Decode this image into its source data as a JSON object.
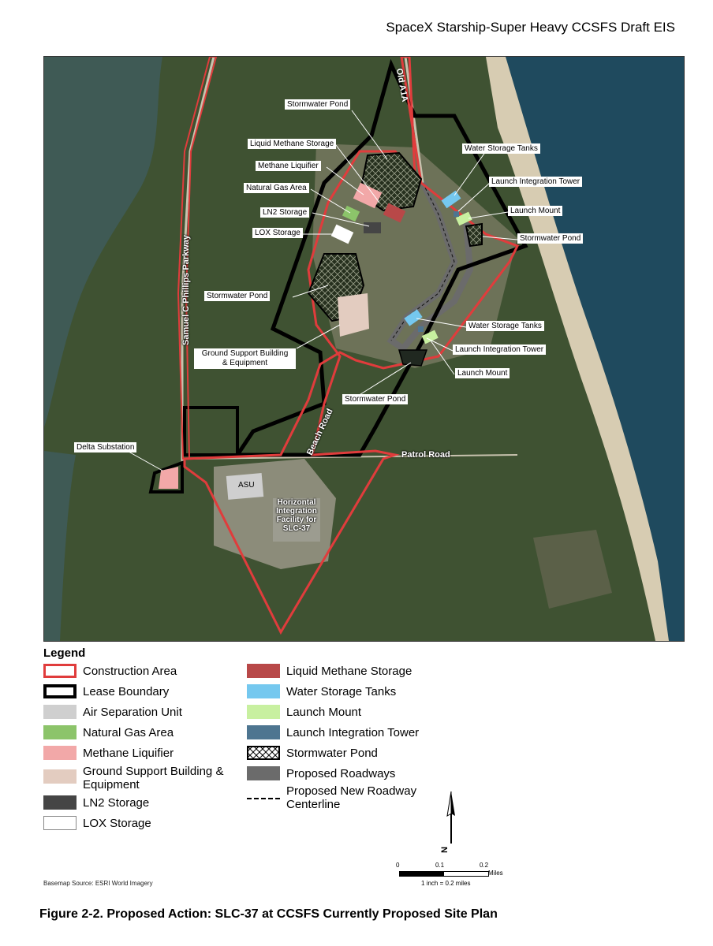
{
  "header": {
    "title": "SpaceX Starship-Super Heavy CCSFS Draft EIS"
  },
  "map": {
    "road_labels": {
      "old_a1a": "Old A1A",
      "samuel_phillips": "Samuel C Phillips Parkway",
      "beach_road": "Beach Road",
      "patrol_road": "Patrol Road"
    },
    "feature_labels": {
      "asu": "ASU",
      "hif_line1": "Horizontal",
      "hif_line2": "Integration",
      "hif_line3": "Facility for",
      "hif_line4": "SLC-37"
    },
    "callouts": {
      "stormwater_pond_top": "Stormwater Pond",
      "liquid_methane_storage": "Liquid Methane Storage",
      "methane_liquifier": "Methane Liquifier",
      "natural_gas_area": "Natural Gas Area",
      "ln2_storage": "LN2 Storage",
      "lox_storage": "LOX Storage",
      "stormwater_pond_left": "Stormwater Pond",
      "gsb_line1": "Ground Support Building",
      "gsb_line2": "& Equipment",
      "water_storage_tanks_top": "Water Storage Tanks",
      "launch_integration_tower_top": "Launch Integration Tower",
      "launch_mount_top": "Launch Mount",
      "stormwater_pond_right": "Stormwater Pond",
      "water_storage_tanks_bottom": "Water Storage Tanks",
      "launch_integration_tower_bottom": "Launch Integration Tower",
      "launch_mount_bottom": "Launch Mount",
      "stormwater_pond_bottom": "Stormwater Pond",
      "delta_substation": "Delta Substation"
    }
  },
  "legend": {
    "title": "Legend",
    "left_items": [
      {
        "label": "Construction Area",
        "swatch": "construction",
        "color": "#e03c3c"
      },
      {
        "label": "Lease Boundary",
        "swatch": "lease",
        "color": "#000000"
      },
      {
        "label": "Air Separation Unit",
        "swatch": "fill",
        "color": "#cfcfcf"
      },
      {
        "label": "Natural Gas Area",
        "swatch": "fill",
        "color": "#8cc46a"
      },
      {
        "label": "Methane Liquifier",
        "swatch": "fill",
        "color": "#f2a8a8"
      },
      {
        "label_line1": "Ground Support Building &",
        "label_line2": "Equipment",
        "swatch": "fill",
        "color": "#e3ccc0"
      },
      {
        "label": "LN2 Storage",
        "swatch": "fill",
        "color": "#454545"
      },
      {
        "label": "LOX Storage",
        "swatch": "fill",
        "color": "#ffffff"
      }
    ],
    "right_items": [
      {
        "label": "Liquid Methane Storage",
        "swatch": "fill",
        "color": "#b84848"
      },
      {
        "label": "Water Storage Tanks",
        "swatch": "fill",
        "color": "#75c8ef"
      },
      {
        "label": "Launch Mount",
        "swatch": "fill",
        "color": "#c8f0a0"
      },
      {
        "label": "Launch Integration Tower",
        "swatch": "fill",
        "color": "#4e7590"
      },
      {
        "label": "Stormwater Pond",
        "swatch": "hatch",
        "color": "#000000"
      },
      {
        "label": "Proposed Roadways",
        "swatch": "fill",
        "color": "#6b6b6b"
      },
      {
        "label_line1": "Proposed New Roadway",
        "label_line2": "Centerline",
        "swatch": "dash",
        "color": "#000000"
      }
    ]
  },
  "north_arrow": {
    "label": "N"
  },
  "scale_bar": {
    "ticks": [
      "0",
      "0.1",
      "0.2"
    ],
    "unit": "Miles",
    "ratio": "1 inch = 0.2 miles"
  },
  "basemap_source": "Basemap Source: ESRI World Imagery",
  "figure_caption": "Figure 2-2. Proposed Action: SLC-37 at CCSFS Currently Proposed Site Plan"
}
